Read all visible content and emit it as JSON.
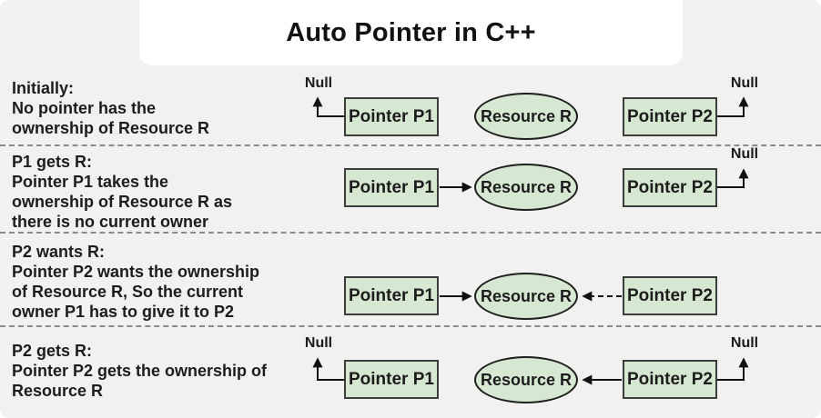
{
  "title": "Auto Pointer in C++",
  "node_labels": {
    "p1": "Pointer P1",
    "p2": "Pointer P2",
    "resource": "Resource R",
    "null": "Null"
  },
  "rows": [
    {
      "heading": "Initially:",
      "lines": [
        "No pointer has the",
        "ownership of Resource R"
      ]
    },
    {
      "heading": "P1 gets R:",
      "lines": [
        "Pointer P1 takes the",
        "ownership of Resource R as",
        "there is no current owner"
      ]
    },
    {
      "heading": "P2 wants R:",
      "lines": [
        "Pointer P2 wants the ownership",
        "of Resource R, So the current",
        "owner P1 has to give it to P2"
      ]
    },
    {
      "heading": "P2 gets R:",
      "lines": [
        "Pointer P2 gets the ownership of",
        "Resource R"
      ]
    }
  ],
  "colors": {
    "background": "#f1f2f0",
    "card": "#ffffff",
    "text": "#1c1c1c",
    "node_fill": "#d7e8d2",
    "node_border": "#3c3c3c",
    "ellipse_border": "#1f1f1f",
    "arrow": "#111111",
    "separator": "#8a8a8a"
  }
}
